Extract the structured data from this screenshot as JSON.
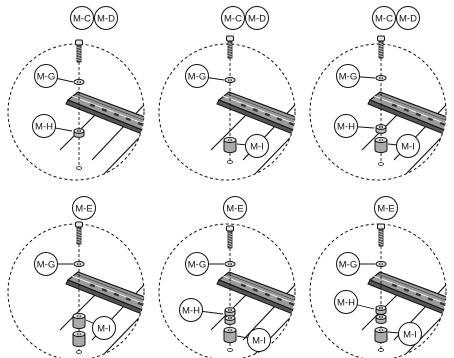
{
  "panels": [
    {
      "id": "p1",
      "callouts": [
        {
          "label": "M-C",
          "role": "screw"
        },
        {
          "label": "M-D",
          "role": "screw-alt"
        },
        {
          "label": "M-G",
          "role": "washer"
        },
        {
          "label": "M-H",
          "role": "spacer-small"
        }
      ]
    },
    {
      "id": "p2",
      "callouts": [
        {
          "label": "M-C",
          "role": "screw"
        },
        {
          "label": "M-D",
          "role": "screw-alt"
        },
        {
          "label": "M-G",
          "role": "washer"
        },
        {
          "label": "M-I",
          "role": "spacer-large"
        }
      ]
    },
    {
      "id": "p3",
      "callouts": [
        {
          "label": "M-C",
          "role": "screw"
        },
        {
          "label": "M-D",
          "role": "screw-alt"
        },
        {
          "label": "M-G",
          "role": "washer"
        },
        {
          "label": "M-H",
          "role": "spacer-small"
        },
        {
          "label": "M-I",
          "role": "spacer-large"
        }
      ]
    },
    {
      "id": "p4",
      "callouts": [
        {
          "label": "M-E",
          "role": "screw"
        },
        {
          "label": "M-G",
          "role": "washer"
        },
        {
          "label": "M-I",
          "role": "spacer-large"
        }
      ]
    },
    {
      "id": "p5",
      "callouts": [
        {
          "label": "M-E",
          "role": "screw"
        },
        {
          "label": "M-G",
          "role": "washer"
        },
        {
          "label": "M-H",
          "role": "spacer-small"
        },
        {
          "label": "M-I",
          "role": "spacer-large"
        }
      ]
    },
    {
      "id": "p6",
      "callouts": [
        {
          "label": "M-E",
          "role": "screw"
        },
        {
          "label": "M-G",
          "role": "washer"
        },
        {
          "label": "M-H",
          "role": "spacer-small"
        },
        {
          "label": "M-I",
          "role": "spacer-large"
        }
      ]
    }
  ],
  "colors": {
    "line": "#111111",
    "bg": "#ffffff",
    "part_fill": "#e6e6e6",
    "bracket_fill": "#9a9a9a"
  }
}
